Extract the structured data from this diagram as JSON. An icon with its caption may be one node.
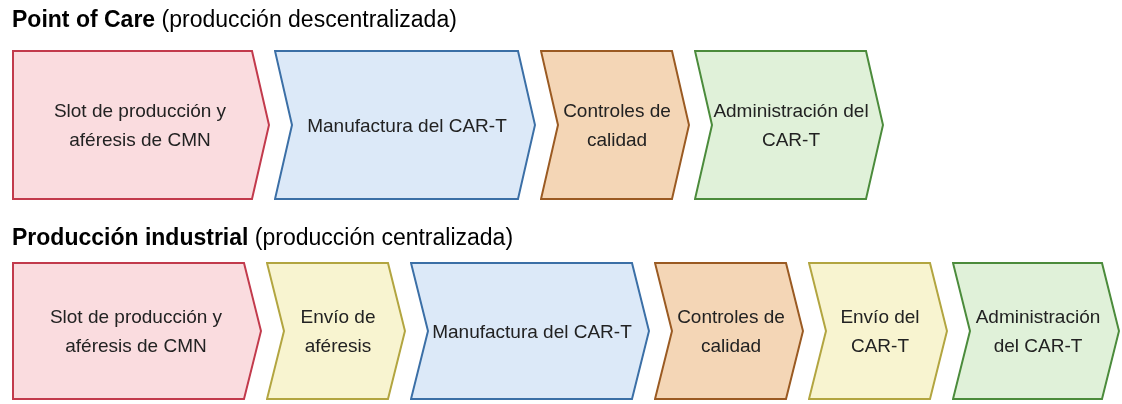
{
  "diagram": {
    "nodes": [
      {
        "text": [
          "Slot de producción y aféresis de CMN"
        ]
      },
      {
        "text": [
          "Manufactura del CAR-T"
        ]
      },
      {
        "text": [
          "Controles de calidad"
        ]
      },
      {
        "text": [
          "Administración del CAR-T"
        ]
      },
      {
        "text": [
          "Slot de producción y aféresis de CMN"
        ]
      },
      {
        "text": [
          "Envío de aféresis"
        ]
      },
      {
        "text": [
          "Manufactura del CAR-T"
        ]
      },
      {
        "text": [
          "Controles de calidad"
        ]
      },
      {
        "text": [
          "Envío del CAR-T"
        ]
      },
      {
        "text": [
          "Administración del CAR-T"
        ]
      }
    ],
    "labels": [
      "**Point of Care** (producción descentralizada)",
      "**Producción industrial** (producción centralizada)"
    ]
  }
}
